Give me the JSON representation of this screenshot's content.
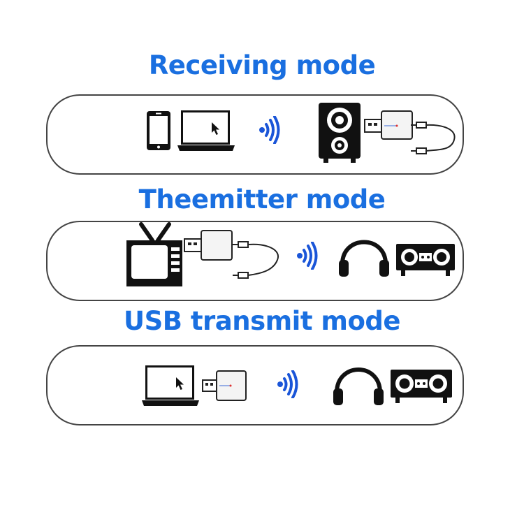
{
  "accent_color": "#1a6fe0",
  "icon_color": "#111111",
  "modes": [
    {
      "title": "Receiving mode",
      "icons": [
        "smartphone-icon",
        "laptop-icon",
        "wireless-signal-icon",
        "speaker-icon",
        "bluetooth-adapter-icon",
        "aux-cable-icon"
      ]
    },
    {
      "title": "Theemitter mode",
      "icons": [
        "tv-icon",
        "bluetooth-adapter-icon",
        "aux-cable-icon",
        "wireless-signal-icon",
        "headphones-icon",
        "boombox-icon"
      ]
    },
    {
      "title": "USB transmit mode",
      "icons": [
        "laptop-icon",
        "bluetooth-adapter-icon",
        "wireless-signal-icon",
        "headphones-icon",
        "boombox-icon"
      ]
    }
  ]
}
